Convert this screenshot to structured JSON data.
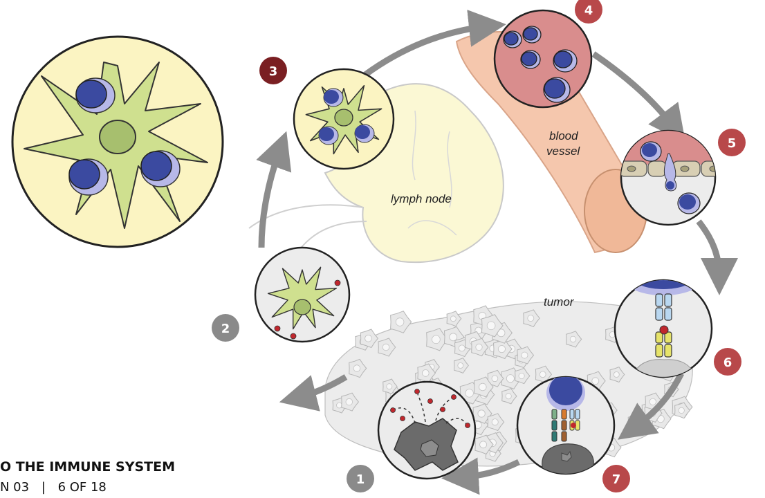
{
  "labels": {
    "lymph_node": "lymph node",
    "blood_vessel_line1": "blood",
    "blood_vessel_line2": "vessel",
    "tumor": "tumor"
  },
  "steps": [
    "1",
    "2",
    "3",
    "4",
    "5",
    "6",
    "7"
  ],
  "colors": {
    "badge_red": "#b8484a",
    "badge_dark_red": "#7a1f22",
    "badge_gray": "#8a8a8a",
    "cycle_arrow": "#8c8c8c",
    "dendritic_cell": "#cfe08f",
    "t_cell": "#3b4aa0",
    "blood": "#d98d8d"
  },
  "footer": {
    "title": "O THE IMMUNE SYSTEM",
    "section": "N 03",
    "separator": "|",
    "page": "6 OF 18"
  }
}
